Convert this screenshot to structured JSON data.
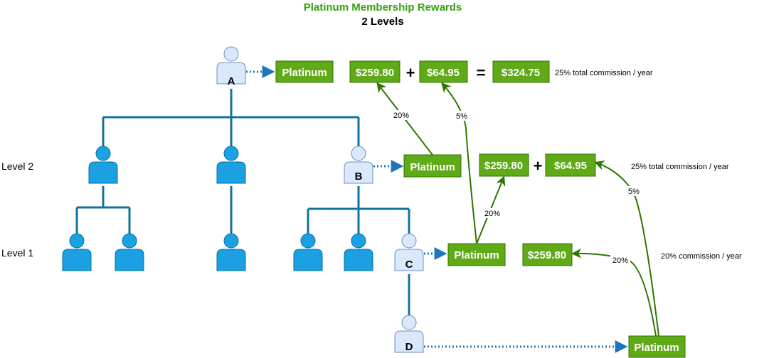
{
  "title": "Platinum Membership Rewards",
  "subtitle": "2 Levels",
  "colors": {
    "title_green": "#35a010",
    "box_fill": "#60a917",
    "box_stroke": "#2d7600",
    "tree_line": "#10739e",
    "person_solid": "#1ba1e2",
    "person_light": "#dae8fc",
    "arrow_blue": "#1f75bb",
    "arrow_green": "#2d7600"
  },
  "levels": {
    "level2": "Level 2",
    "level1": "Level 1"
  },
  "nodes": {
    "a": "A",
    "b": "B",
    "c": "C",
    "d": "D"
  },
  "row_a": {
    "platinum": "Platinum",
    "amount1": "$259.80",
    "plus": "+",
    "amount2": "$64.95",
    "equals": "=",
    "total": "$324.75",
    "note": "25% total commission / year"
  },
  "row_b": {
    "platinum": "Platinum",
    "amount1": "$259.80",
    "plus": "+",
    "amount2": "$64.95",
    "note": "25% total commission / year"
  },
  "row_c": {
    "platinum": "Platinum",
    "amount": "$259.80",
    "note": "20% commission / year"
  },
  "row_d": {
    "platinum": "Platinum"
  },
  "percentages": {
    "b_to_a_20": "20%",
    "c_to_a_5": "5%",
    "c_to_b_20": "20%",
    "d_to_b_5": "5%",
    "d_to_c_20": "20%"
  }
}
